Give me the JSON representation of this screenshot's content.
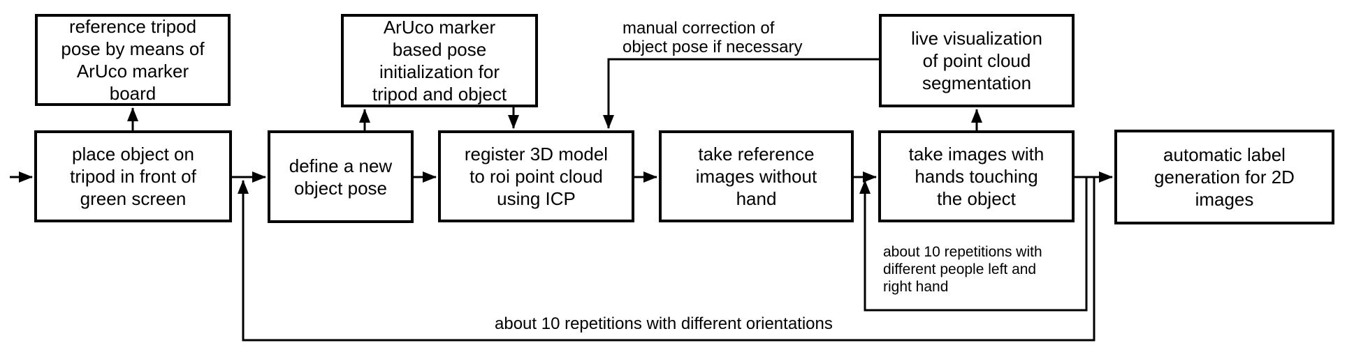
{
  "diagram": {
    "title": "data acquisition and labeling pipeline flowchart",
    "colors": {
      "background": "#ffffff",
      "line": "#000000",
      "text": "#000000"
    },
    "nodes": {
      "reference_tripod_pose": {
        "label": "reference tripod\npose by means of\nArUco marker\nboard"
      },
      "aruco_marker_init": {
        "label": "ArUco marker\nbased pose\ninitialization for\ntripod and object"
      },
      "live_visualization": {
        "label": "live visualization\nof point cloud\nsegmentation"
      },
      "place_object": {
        "label": "place object on\ntripod in front of\ngreen screen"
      },
      "define_object_pose": {
        "label": "define a new\nobject pose"
      },
      "register_3d_model": {
        "label": "register 3D model\nto roi point cloud\nusing ICP"
      },
      "take_reference_images": {
        "label": "take reference\nimages without\nhand"
      },
      "take_images_hands": {
        "label": "take images with\nhands touching\nthe object"
      },
      "automatic_label_generation": {
        "label": "automatic label\ngeneration for 2D\nimages"
      }
    },
    "annotations": {
      "manual_correction": {
        "label": "manual correction of\nobject pose if necessary"
      },
      "repetitions_people": {
        "label": "about 10 repetitions with\ndifferent people left and\nright hand"
      },
      "repetitions_orientations": {
        "label": "about 10 repetitions with different orientations"
      }
    }
  }
}
